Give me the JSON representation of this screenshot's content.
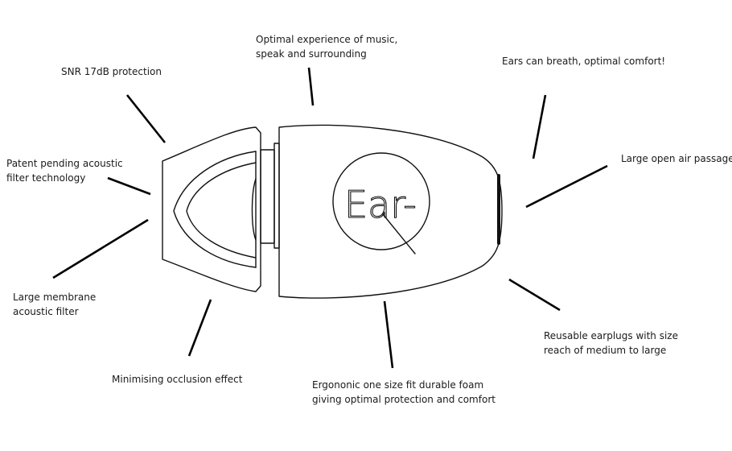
{
  "logo": {
    "text": "Ear-"
  },
  "callouts": [
    {
      "id": "music",
      "lines": [
        "Optimal experience of music,",
        "speak and surrounding"
      ]
    },
    {
      "id": "snr",
      "lines": [
        "SNR 17dB protection"
      ]
    },
    {
      "id": "breath",
      "lines": [
        "Ears can breath, optimal comfort!"
      ]
    },
    {
      "id": "patent",
      "lines": [
        "Patent pending acoustic",
        "filter technology"
      ]
    },
    {
      "id": "air",
      "lines": [
        "Large open air passage"
      ]
    },
    {
      "id": "membrane",
      "lines": [
        "Large membrane",
        "acoustic filter"
      ]
    },
    {
      "id": "reusable",
      "lines": [
        "Reusable earplugs with size",
        "reach of medium to large"
      ]
    },
    {
      "id": "occlusion",
      "lines": [
        "Minimising occlusion effect"
      ]
    },
    {
      "id": "foam",
      "lines": [
        "Ergononic one size fit durable foam",
        "giving optimal protection and comfort"
      ]
    }
  ]
}
